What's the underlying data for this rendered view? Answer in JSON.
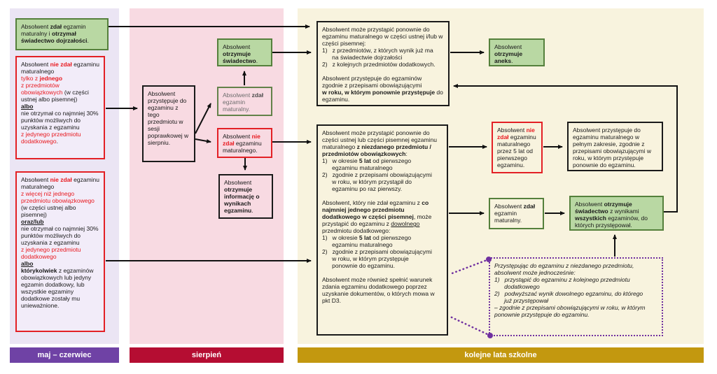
{
  "colors": {
    "left_bg": "#ebe5f4",
    "left_bar": "#6f42a5",
    "mid_bg": "#f8dae2",
    "mid_bar": "#b50d32",
    "right_bg": "#f8f3de",
    "right_bar": "#c3980f",
    "green_fill": "#b9d8a3",
    "green_border": "#55803c",
    "red_border": "#e32025",
    "red_text": "#e8191f",
    "purple_accent": "#7030a0",
    "arrow": "#111111"
  },
  "timeline": {
    "left_label": "maj – czerwiec",
    "mid_label": "sierpień",
    "right_label": "kolejne lata szkolne"
  },
  "boxes": {
    "passed_certificate": [
      {
        "t": "Absolwent "
      },
      {
        "t": "zdał",
        "b": 1
      },
      {
        "t": " egzamin maturalny i "
      },
      {
        "t": "otrzymał świadectwo dojrzałości",
        "b": 1
      },
      {
        "t": "."
      }
    ],
    "failed_one_subject": [
      {
        "t": "Absolwent "
      },
      {
        "t": "nie zdał",
        "b": 1,
        "r": 1
      },
      {
        "t": " egzaminu maturalnego\n"
      },
      {
        "t": "tylko z ",
        "r": 1
      },
      {
        "t": "jednego",
        "b": 1,
        "r": 1
      },
      {
        "t": "\n",
        "r": 1
      },
      {
        "t": "z przedmiotów obowiązkowych",
        "r": 1
      },
      {
        "t": " (w części ustnej albo pisemnej)\n"
      },
      {
        "t": "albo",
        "b": 1,
        "u": 1
      },
      {
        "t": "\nnie otrzymał co najmniej 30% punktów możliwych do uzyskania z egzaminu\n"
      },
      {
        "t": "z jedynego przedmiotu dodatkowego",
        "r": 1
      },
      {
        "t": "."
      }
    ],
    "failed_more_subjects": [
      {
        "t": "Absolwent "
      },
      {
        "t": "nie zdał",
        "b": 1,
        "r": 1
      },
      {
        "t": " egzaminu maturalnego\n"
      },
      {
        "t": "z więcej niż jednego przedmiotu obowiązkowego",
        "r": 1
      },
      {
        "t": "\n(w części ustnej albo pisemnej)\n"
      },
      {
        "t": "oraz/lub",
        "b": 1,
        "u": 1
      },
      {
        "t": "\nnie otrzymał co najmniej 30% punktów możliwych do uzyskania z egzaminu\n"
      },
      {
        "t": "z jedynego przedmiotu dodatkowego",
        "r": 1
      },
      {
        "t": "\n"
      },
      {
        "t": "albo",
        "b": 1,
        "u": 1
      },
      {
        "t": "\n"
      },
      {
        "t": "którykolwiek",
        "b": 1
      },
      {
        "t": " z egzaminów obowiązkowych lub jedyny egzamin dodatkowy, lub wszystkie egzaminy dodatkowe zostały mu unieważnione."
      }
    ],
    "august_retake": [
      {
        "t": "Absolwent przystępuje do egzaminu z tego przedmiotu w sesji poprawkowej w sierpniu."
      }
    ],
    "august_certificate": [
      {
        "t": "Absolwent "
      },
      {
        "t": "otrzymuje świadectwo",
        "b": 1
      },
      {
        "t": "."
      }
    ],
    "august_passed": [
      {
        "t": "Absolwent "
      },
      {
        "t": "zdał",
        "b": 1
      },
      {
        "t": " egzamin maturalny."
      }
    ],
    "august_failed": [
      {
        "t": "Absolwent "
      },
      {
        "t": "nie zdał",
        "b": 1,
        "r": 1
      },
      {
        "t": " egzaminu maturalnego."
      }
    ],
    "august_results_info": [
      {
        "t": "Absolwent "
      },
      {
        "t": "otrzymuje informację o wynikach egzaminu",
        "b": 1
      },
      {
        "t": "."
      }
    ],
    "retake_improve": [
      {
        "t": "Absolwent może przystąpić ponownie do egzaminu maturalnego w części ustnej i/lub w części pisemnej:\n"
      },
      {
        "t": "1)   z przedmiotów, z których wynik już ma\n      na świadectwie dojrzałości\n"
      },
      {
        "t": "2)   z kolejnych przedmiotów dodatkowych.\n\n"
      },
      {
        "t": "Absolwent przystępuje do egzaminów zgodnie z przepisami obowiązującymi\n"
      },
      {
        "t": "w roku, w którym ponownie przystępuje",
        "b": 1
      },
      {
        "t": " do egzaminu."
      }
    ],
    "annex": [
      {
        "t": "Absolwent "
      },
      {
        "t": "otrzymuje aneks",
        "b": 1
      },
      {
        "t": "."
      }
    ],
    "retake_failed_rules": [
      {
        "t": "Absolwent może przystąpić ponownie do części ustnej lub części pisemnej egzaminu maturalnego "
      },
      {
        "t": "z niezdanego przedmiotu / przedmiotów obowiązkowych",
        "b": 1
      },
      {
        "t": ":\n"
      },
      {
        "t": "1)   w okresie "
      },
      {
        "t": "5 lat",
        "b": 1
      },
      {
        "t": " od pierwszego\n      egzaminu maturalnego\n"
      },
      {
        "t": "2)   zgodnie z przepisami obowiązującymi\n      w roku, w którym przystąpił do\n      egzaminu po raz pierwszy.\n\n"
      },
      {
        "t": "Absolwent, który nie zdał egzaminu z "
      },
      {
        "t": "co najmniej jednego przedmiotu dodatkowego w części pisemnej",
        "b": 1
      },
      {
        "t": ", może przystąpić do egzaminu z "
      },
      {
        "t": "dowolnego",
        "u": 1
      },
      {
        "t": " przedmiotu dodatkowego:\n"
      },
      {
        "t": "1)   w okresie "
      },
      {
        "t": "5 lat",
        "b": 1
      },
      {
        "t": " od pierwszego\n      egzaminu maturalnego\n"
      },
      {
        "t": "2)   zgodnie z przepisami obowiązującymi\n      w roku, w którym przystępuje\n      ponownie do egzaminu.\n\n"
      },
      {
        "t": "Absolwent może również spełnić warunek zdania egzaminu dodatkowego poprzez uzyskanie dokumentów, o których mowa w pkt D3."
      }
    ],
    "failed_5_years": [
      {
        "t": "Absolwent "
      },
      {
        "t": "nie zdał",
        "b": 1,
        "r": 1
      },
      {
        "t": " egzaminu maturalnego przez 5 lat od pierwszego egzaminu."
      }
    ],
    "full_scope": [
      {
        "t": "Absolwent przystępuje do egzaminu maturalnego w pełnym zakresie, zgodnie z przepisami obowiązującymi w roku, w którym przystępuje ponownie do egzaminu."
      }
    ],
    "later_passed": [
      {
        "t": "Absolwent "
      },
      {
        "t": "zdał",
        "b": 1
      },
      {
        "t": " egzamin maturalny."
      }
    ],
    "certificate_all": [
      {
        "t": "Absolwent "
      },
      {
        "t": "otrzymuje świadectwo",
        "b": 1
      },
      {
        "t": " z wynikami "
      },
      {
        "t": "wszystkich",
        "b": 1
      },
      {
        "t": " egzaminów, do których przystępował."
      }
    ],
    "note_simultaneous": [
      {
        "t": "Przystępując do egzaminu z niezdanego przedmiotu, absolwent może jednocześnie:\n"
      },
      {
        "t": "1)   przystąpić do egzaminu z kolejnego przedmiotu\n      dodatkowego\n"
      },
      {
        "t": "2)   podwyższać wynik dowolnego egzaminu, do którego\n      już przystępował\n"
      },
      {
        "t": "– zgodnie z przepisami obowiązującymi w roku, w którym ponownie przystępuje do egzaminu."
      }
    ]
  }
}
